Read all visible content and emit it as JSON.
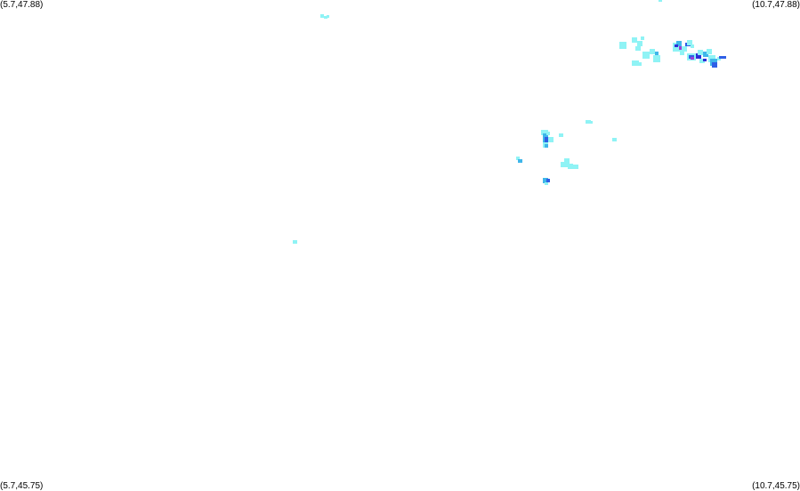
{
  "corners": {
    "top_left": "(5.7,47.88)",
    "top_right": "(10.7,47.88)",
    "bottom_left": "(5.7,45.75)",
    "bottom_right": "(10.7,45.75)"
  },
  "bounds": {
    "lon_min": 5.7,
    "lon_max": 10.7,
    "lat_min": 45.75,
    "lat_max": 47.88
  },
  "colors": {
    "background": "#ffffff",
    "light": "#8ff3f5",
    "medium": "#3fb6ea",
    "strong": "#2f5fe6",
    "intense": "#2b2fd8",
    "extreme": "#9a3fd6"
  }
}
